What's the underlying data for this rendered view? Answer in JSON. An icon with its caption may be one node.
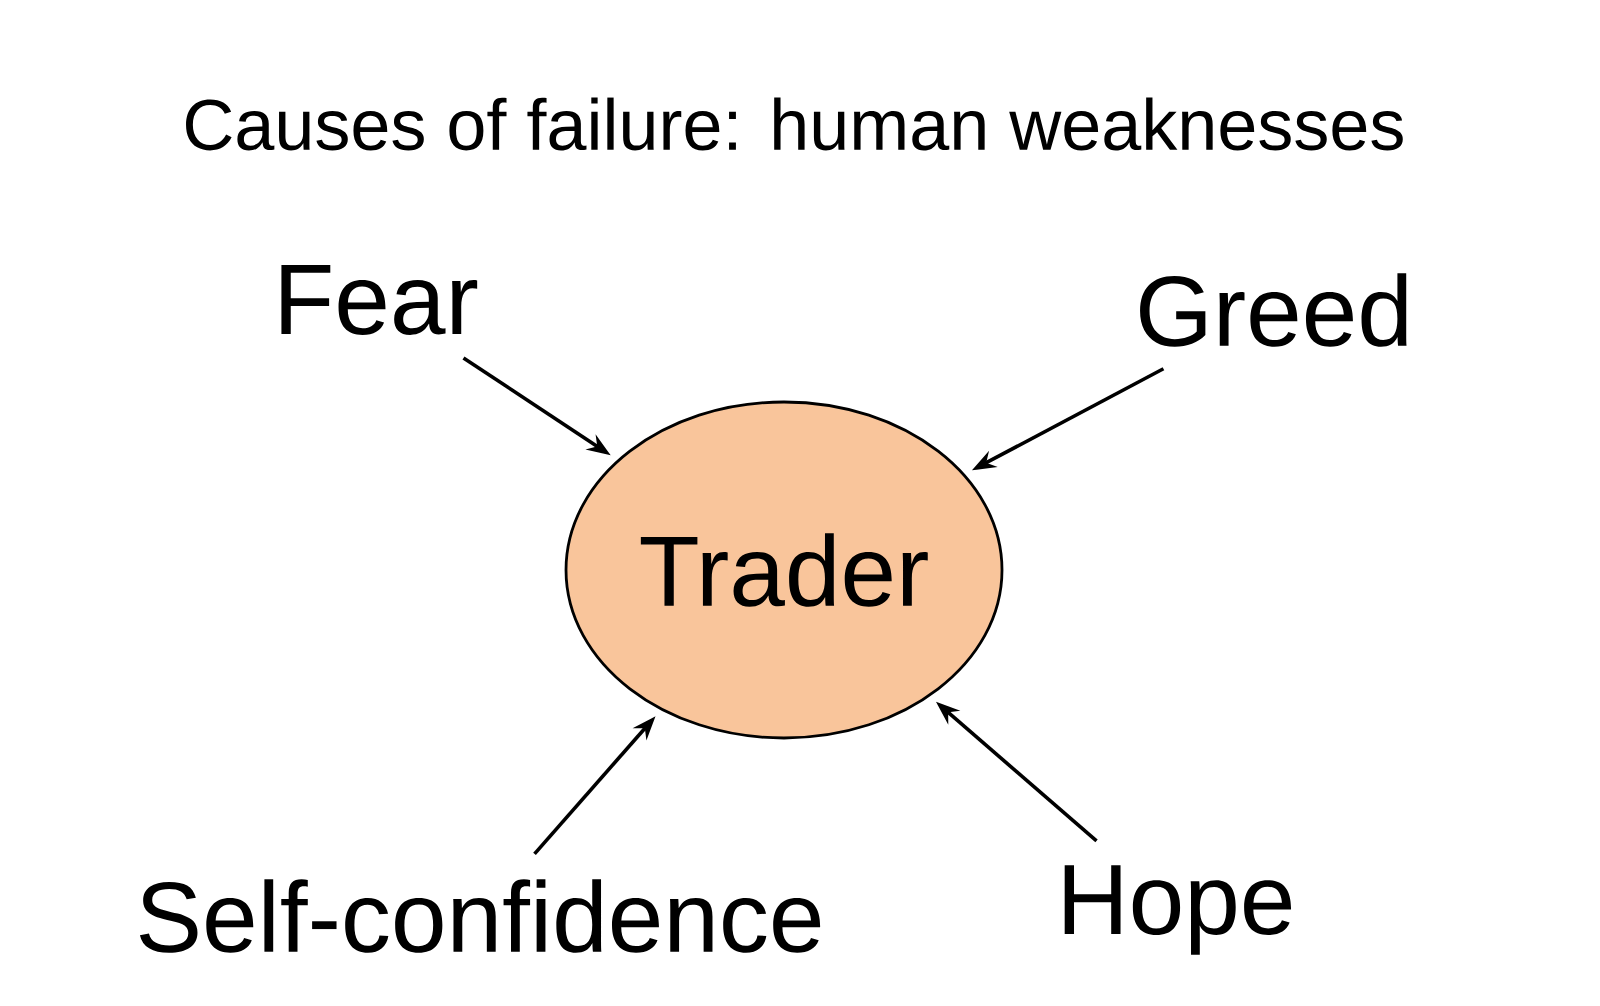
{
  "diagram": {
    "title": "Causes of failure: human weaknesses",
    "nodes": [
      {
        "text": [
          "Trader"
        ]
      },
      {
        "text": [
          "Fear"
        ]
      },
      {
        "text": [
          "Greed"
        ]
      },
      {
        "text": [
          "Self-confidence"
        ]
      },
      {
        "text": [
          "Hope"
        ]
      }
    ],
    "edges": [
      {
        "from": 1,
        "to": 0,
        "arrow": "to"
      },
      {
        "from": 2,
        "to": 0,
        "arrow": "to"
      },
      {
        "from": 3,
        "to": 0,
        "arrow": "to"
      },
      {
        "from": 4,
        "to": 0,
        "arrow": "to"
      }
    ]
  }
}
